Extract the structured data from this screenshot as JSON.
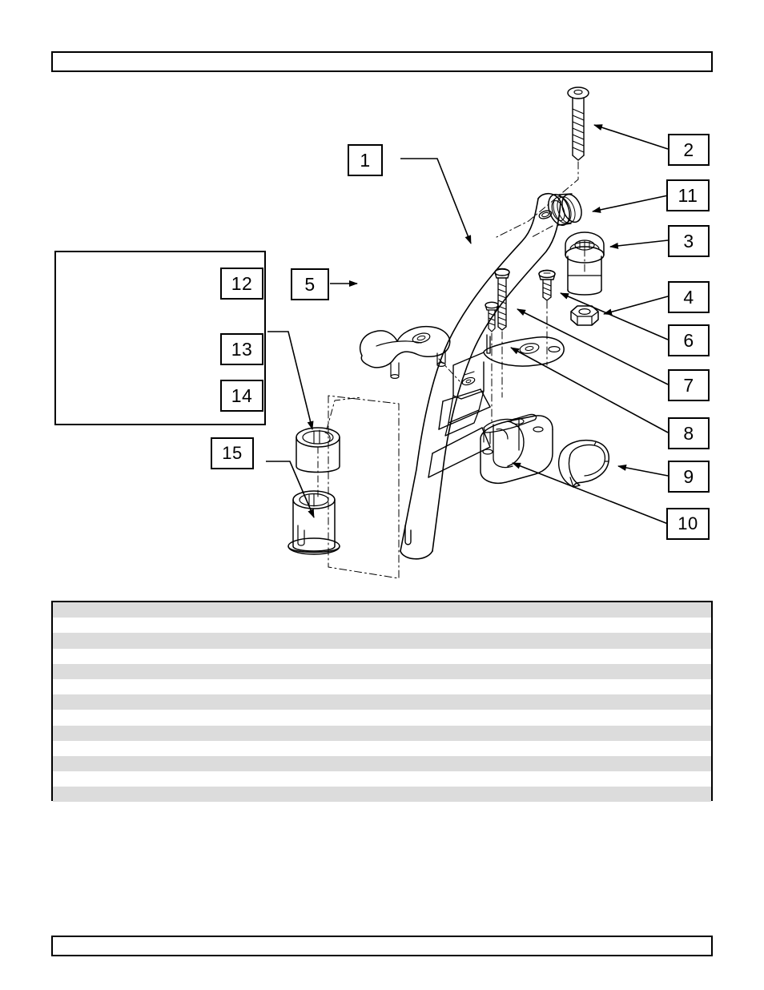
{
  "page": {
    "header_text": "",
    "footer_text": "",
    "background_color": "#ffffff",
    "line_color": "#000000",
    "table_shade_color": "#dcdcdc"
  },
  "diagram": {
    "title": "",
    "type": "exploded-parts-view",
    "description": "Exploded isometric line drawing of a curved frame tube assembly with handle grip, bushings, clamp halves, screws and nuts",
    "inset": {
      "label": "",
      "callouts": [
        {
          "id": "12",
          "label": "12",
          "part": "button-plug"
        },
        {
          "id": "13",
          "label": "13",
          "part": "set-screw"
        },
        {
          "id": "14",
          "label": "14",
          "part": "bushing-collar"
        }
      ]
    },
    "callouts": [
      {
        "id": "1",
        "label": "1",
        "part": "frame-tube"
      },
      {
        "id": "2",
        "label": "2",
        "part": "long-socket-screw"
      },
      {
        "id": "3",
        "label": "3",
        "part": "barrel-bushing"
      },
      {
        "id": "4",
        "label": "4",
        "part": "lock-nut"
      },
      {
        "id": "5",
        "label": "5",
        "part": "handle-grip"
      },
      {
        "id": "6",
        "label": "6",
        "part": "short-screw"
      },
      {
        "id": "7",
        "label": "7",
        "part": "shoulder-screw"
      },
      {
        "id": "8",
        "label": "8",
        "part": "bracket-plate"
      },
      {
        "id": "9",
        "label": "9",
        "part": "clamp-half"
      },
      {
        "id": "10",
        "label": "10",
        "part": "clamp-body"
      },
      {
        "id": "11",
        "label": "11",
        "part": "threaded-insert"
      },
      {
        "id": "15",
        "label": "15",
        "part": "sleeve-bushing"
      }
    ]
  },
  "parts_table": {
    "columns": [
      "",
      "",
      "",
      ""
    ],
    "rows": [
      {
        "shaded": true,
        "cells": [
          "",
          "",
          "",
          ""
        ]
      },
      {
        "shaded": false,
        "cells": [
          "",
          "",
          "",
          ""
        ]
      },
      {
        "shaded": true,
        "cells": [
          "",
          "",
          "",
          ""
        ]
      },
      {
        "shaded": false,
        "cells": [
          "",
          "",
          "",
          ""
        ]
      },
      {
        "shaded": true,
        "cells": [
          "",
          "",
          "",
          ""
        ]
      },
      {
        "shaded": false,
        "cells": [
          "",
          "",
          "",
          ""
        ]
      },
      {
        "shaded": true,
        "cells": [
          "",
          "",
          "",
          ""
        ]
      },
      {
        "shaded": false,
        "cells": [
          "",
          "",
          "",
          ""
        ]
      },
      {
        "shaded": true,
        "cells": [
          "",
          "",
          "",
          ""
        ]
      },
      {
        "shaded": false,
        "cells": [
          "",
          "",
          "",
          ""
        ]
      },
      {
        "shaded": true,
        "cells": [
          "",
          "",
          "",
          ""
        ]
      },
      {
        "shaded": false,
        "cells": [
          "",
          "",
          "",
          ""
        ]
      },
      {
        "shaded": true,
        "cells": [
          "",
          "",
          "",
          ""
        ]
      }
    ]
  }
}
